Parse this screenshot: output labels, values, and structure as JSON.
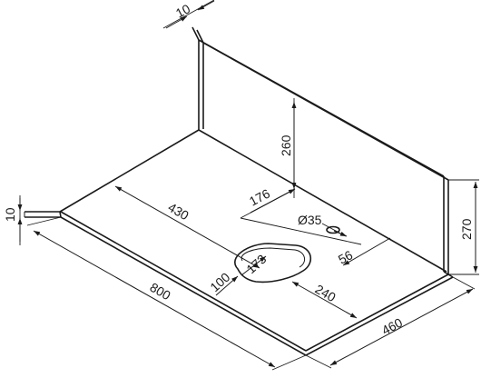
{
  "drawing": {
    "dimensions": {
      "sheet_thickness_top": "10",
      "sheet_thickness_left": "10",
      "back_height": "260",
      "hole_offset_back": "176",
      "hole_diameter": "Ø35",
      "hole_offset_side": "56",
      "right_height": "270",
      "cutout_offset_back": "430",
      "cutout_length": "173",
      "cutout_width": "100",
      "cutout_offset_side": "240",
      "length": "800",
      "depth": "460"
    }
  }
}
